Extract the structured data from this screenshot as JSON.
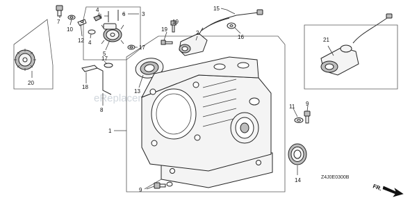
{
  "diagram": {
    "callouts": {
      "c1": "1",
      "c2": "2",
      "c3": "3",
      "c4a": "4",
      "c4b": "4",
      "c5": "5",
      "c6a": "6",
      "c6b": "6",
      "c7": "7",
      "c8": "8",
      "c9": "9",
      "c10": "10",
      "c11": "11",
      "c12": "12",
      "c13": "13",
      "c14": "14",
      "c15": "15",
      "c16": "16",
      "c17a": "17",
      "c17b": "17",
      "c18": "18",
      "c19a": "19",
      "c19b": "19",
      "c20": "20",
      "c21": "21"
    },
    "drawing_code": "Z4J0E0300B",
    "direction_label": "FR.",
    "watermark": "eReplacementParts.com"
  }
}
